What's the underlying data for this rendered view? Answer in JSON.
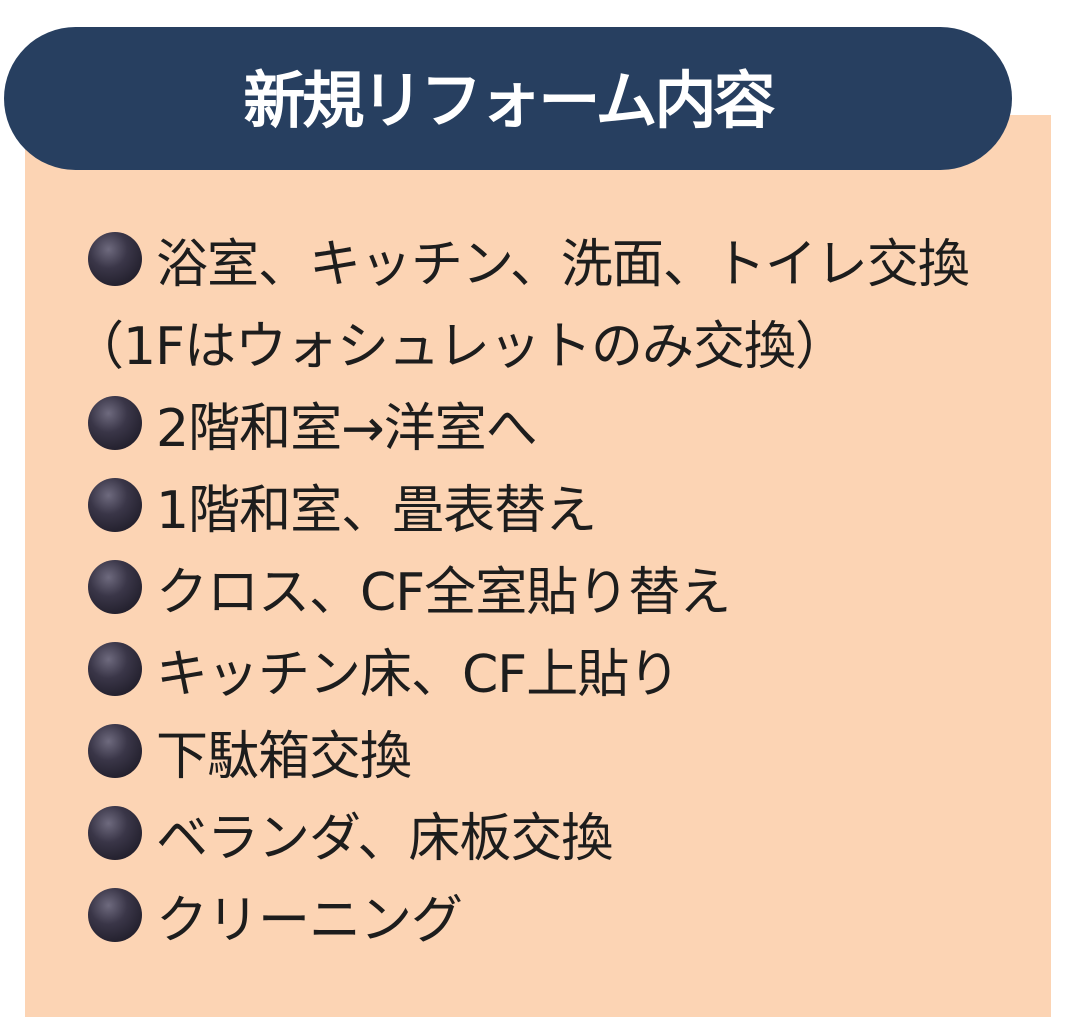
{
  "banner": {
    "title": "新規リフォーム内容"
  },
  "items": [
    {
      "text": "浴室、キッチン、洗面、トイレ交換",
      "bullet": true
    },
    {
      "text": "（1Fはウォシュレットのみ交換）",
      "bullet": false
    },
    {
      "text": "2階和室→洋室へ",
      "bullet": true
    },
    {
      "text": "1階和室、畳表替え",
      "bullet": true
    },
    {
      "text": "クロス、CF全室貼り替え",
      "bullet": true
    },
    {
      "text": "キッチン床、CF上貼り",
      "bullet": true
    },
    {
      "text": "下駄箱交換",
      "bullet": true
    },
    {
      "text": "ベランダ、床板交換",
      "bullet": true
    },
    {
      "text": "クリーニング",
      "bullet": true
    }
  ],
  "colors": {
    "banner": "#273f60",
    "panel": "#fcd4b4",
    "bullet": "#2b2838",
    "text": "#1d1d1d"
  }
}
